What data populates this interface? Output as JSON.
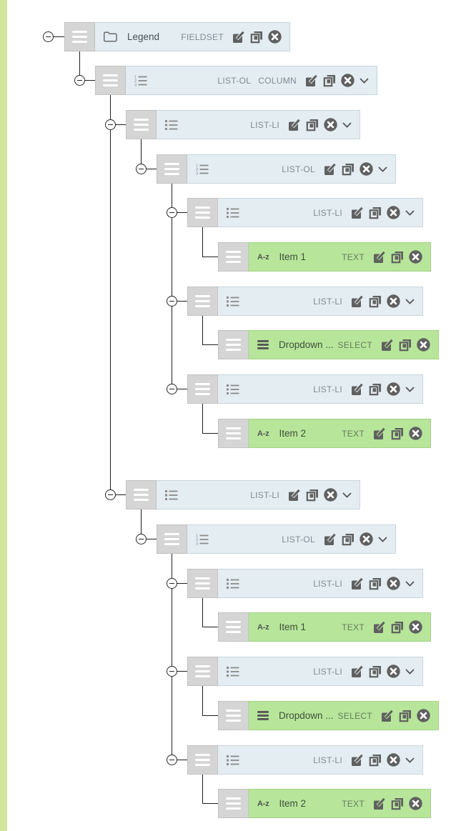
{
  "palette": {
    "left_strip": "#d3e49b",
    "blue_bar_fill": "#e4edf2",
    "blue_bar_border": "#c6d6de",
    "green_bar_fill": "#b7e69a",
    "green_bar_border": "#a2d284",
    "handle_fill": "#d5d5d5",
    "line_color": "#1f1f1f",
    "icon_color": "#606060"
  },
  "icons": {
    "az_glyph": "A-z"
  },
  "nodes": [
    {
      "name": "Legend",
      "types": [
        "FIELDSET"
      ],
      "icon": "folder",
      "variant": "blue",
      "depth": 1
    },
    {
      "name": "",
      "types": [
        "LIST-OL",
        "COLUMN"
      ],
      "icon": "ordered-list",
      "variant": "blue",
      "depth": 2
    },
    {
      "name": "",
      "types": [
        "LIST-LI"
      ],
      "icon": "bullet-list",
      "variant": "blue",
      "depth": 3
    },
    {
      "name": "",
      "types": [
        "LIST-OL"
      ],
      "icon": "ordered-list",
      "variant": "blue",
      "depth": 4
    },
    {
      "name": "",
      "types": [
        "LIST-LI"
      ],
      "icon": "bullet-list",
      "variant": "blue",
      "depth": 5
    },
    {
      "name": "Item 1",
      "types": [
        "TEXT"
      ],
      "icon": "az",
      "variant": "green",
      "depth": 6
    },
    {
      "name": "",
      "types": [
        "LIST-LI"
      ],
      "icon": "bullet-list",
      "variant": "blue",
      "depth": 5
    },
    {
      "name": "Dropdown ...",
      "types": [
        "SELECT"
      ],
      "icon": "menu-bars",
      "variant": "green",
      "depth": 6
    },
    {
      "name": "",
      "types": [
        "LIST-LI"
      ],
      "icon": "bullet-list",
      "variant": "blue",
      "depth": 5
    },
    {
      "name": "Item 2",
      "types": [
        "TEXT"
      ],
      "icon": "az",
      "variant": "green",
      "depth": 6
    },
    {
      "name": "",
      "types": [
        "LIST-LI"
      ],
      "icon": "bullet-list",
      "variant": "blue",
      "depth": 3
    },
    {
      "name": "",
      "types": [
        "LIST-OL"
      ],
      "icon": "ordered-list",
      "variant": "blue",
      "depth": 4
    },
    {
      "name": "",
      "types": [
        "LIST-LI"
      ],
      "icon": "bullet-list",
      "variant": "blue",
      "depth": 5
    },
    {
      "name": "Item 1",
      "types": [
        "TEXT"
      ],
      "icon": "az",
      "variant": "green",
      "depth": 6
    },
    {
      "name": "",
      "types": [
        "LIST-LI"
      ],
      "icon": "bullet-list",
      "variant": "blue",
      "depth": 5
    },
    {
      "name": "Dropdown ...",
      "types": [
        "SELECT"
      ],
      "icon": "menu-bars",
      "variant": "green",
      "depth": 6
    },
    {
      "name": "",
      "types": [
        "LIST-LI"
      ],
      "icon": "bullet-list",
      "variant": "blue",
      "depth": 5
    },
    {
      "name": "Item 2",
      "types": [
        "TEXT"
      ],
      "icon": "az",
      "variant": "green",
      "depth": 6
    }
  ]
}
